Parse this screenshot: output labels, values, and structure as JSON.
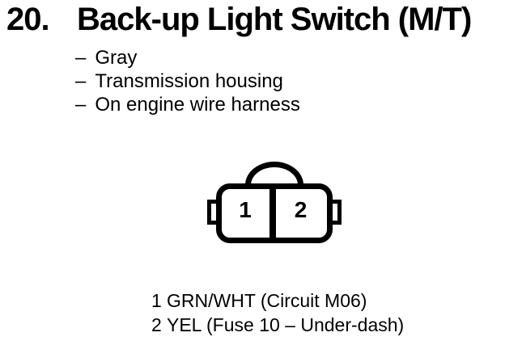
{
  "colors": {
    "ink": "#000000",
    "paper": "#ffffff"
  },
  "header": {
    "section_number": "20.",
    "title": "Back-up Light Switch (M/T)"
  },
  "bullets": {
    "dash": "–",
    "items": [
      {
        "text": "Gray"
      },
      {
        "text": "Transmission housing"
      },
      {
        "text": "On engine wire harness"
      }
    ]
  },
  "connector": {
    "pins": [
      {
        "number": "1",
        "wire": "GRN/WHT (Circuit M06)"
      },
      {
        "number": "2",
        "wire": "YEL (Fuse 10 – Under-dash)"
      }
    ]
  }
}
